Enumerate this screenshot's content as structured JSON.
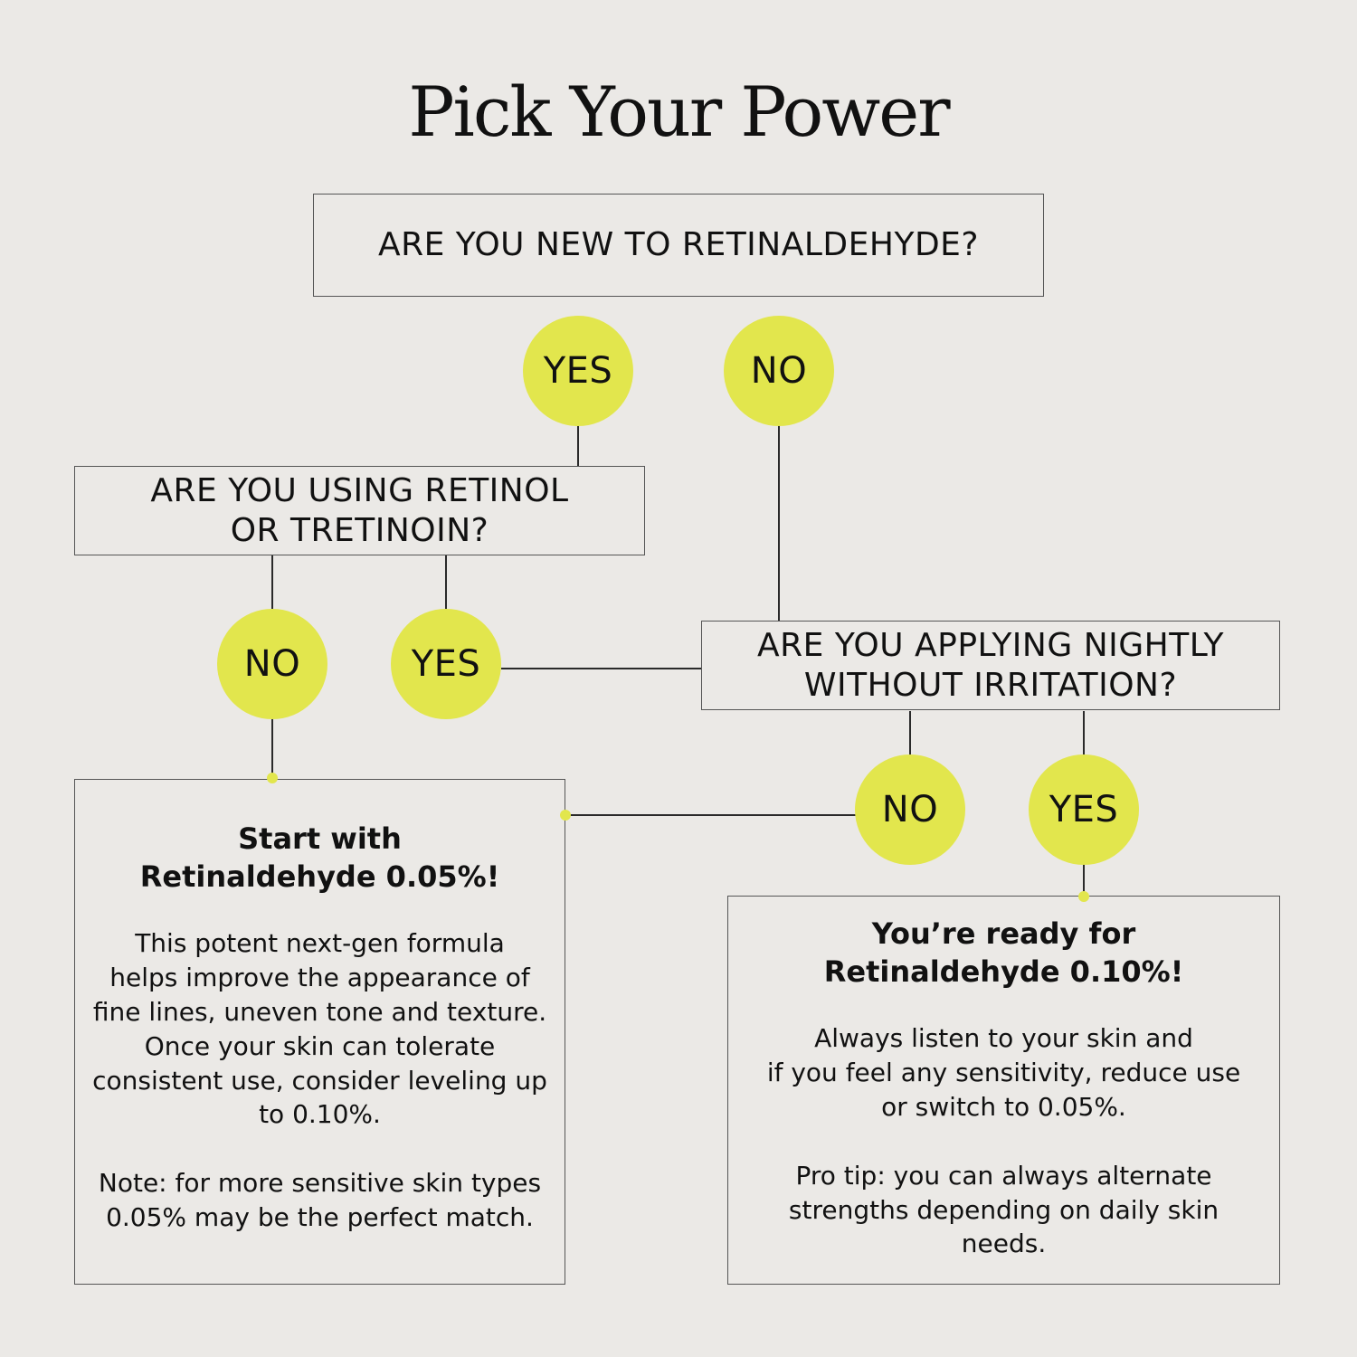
{
  "diagram": {
    "title": "Pick Your Power",
    "questions": {
      "new_to_retinaldehyde": "ARE YOU NEW TO RETINALDEHYDE?",
      "using_retinol": "ARE YOU USING RETINOL\nOR TRETINOIN?",
      "applying_nightly": "ARE YOU APPLYING NIGHTLY\nWITHOUT IRRITATION?"
    },
    "answers": {
      "yes": "YES",
      "no": "NO"
    },
    "results": {
      "start_title": "Start with\nRetinaldehyde 0.05%!",
      "start_body": "This potent next-gen formula\nhelps improve the appearance of\nfine lines, uneven tone and texture.\nOnce your skin can tolerate\nconsistent use, consider leveling up\nto 0.10%.",
      "start_note": "Note: for more sensitive skin types\n0.05% may be the perfect match.",
      "ready_title": "You’re ready for\nRetinaldehyde 0.10%!",
      "ready_body": "Always listen to your skin and\nif you feel any sensitivity, reduce use\nor switch to 0.05%.",
      "ready_tip": "Pro tip: you can always alternate\nstrengths depending on daily skin\nneeds."
    }
  },
  "colors": {
    "background": "#ebe9e6",
    "answer_fill": "#e2e64d",
    "line": "#2a2a2a",
    "box_border": "#555555"
  }
}
